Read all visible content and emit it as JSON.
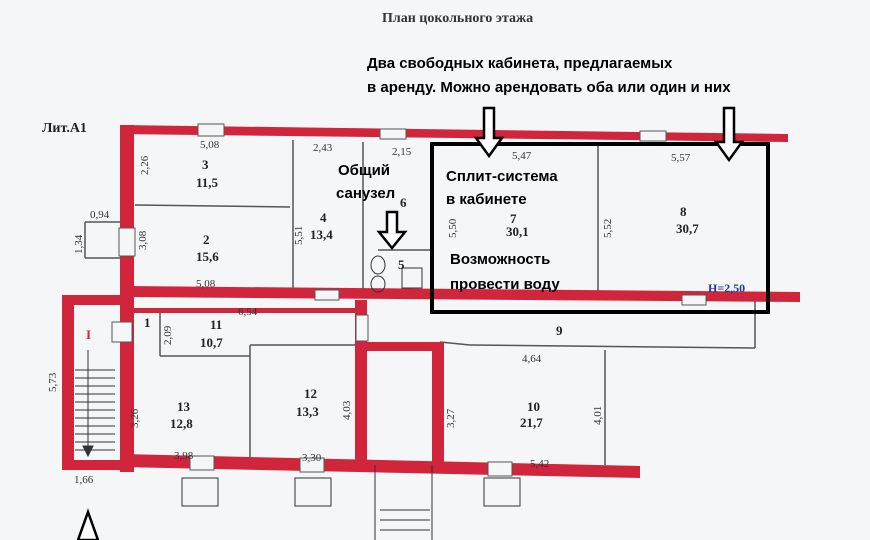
{
  "title": "План цокольного этажа",
  "lit_label": "Лит.А1",
  "annotations": {
    "top_line1": "Два свободных кабинета, предлагаемых",
    "top_line2": "в аренду. Можно арендовать оба или один и них",
    "toilet_line1": "Общий",
    "toilet_line2": "санузел",
    "split_line1": "Сплит-система",
    "split_line2": "в кабинете",
    "water_line1": "Возможность",
    "water_line2": "провести воду"
  },
  "height_label": "Н=2,50",
  "marker_I": "I",
  "rooms": [
    {
      "num": "3",
      "area": "11,5"
    },
    {
      "num": "2",
      "area": "15,6"
    },
    {
      "num": "4",
      "area": "13,4"
    },
    {
      "num": "5",
      "area": ""
    },
    {
      "num": "7",
      "area": "30,1"
    },
    {
      "num": "8",
      "area": "30,7"
    },
    {
      "num": "11",
      "area": "10,7"
    },
    {
      "num": "1",
      "area": ""
    },
    {
      "num": "13",
      "area": "12,8"
    },
    {
      "num": "12",
      "area": "13,3"
    },
    {
      "num": "10",
      "area": "21,7"
    },
    {
      "num": "9",
      "area": ""
    },
    {
      "num": "6",
      "area": ""
    }
  ],
  "dims": {
    "d508a": "5,08",
    "d226": "2,26",
    "d243": "2,43",
    "d215": "2,15",
    "d547": "5,47",
    "d557": "5,57",
    "d551": "5,51",
    "d308": "3,08",
    "d094": "0,94",
    "d134": "1,34",
    "d550": "5,50",
    "d552": "5,52",
    "d508b": "5,08",
    "d654": "6,54",
    "d209": "2,09",
    "d464": "4,64",
    "d573": "5,73",
    "d326": "3,26",
    "d403": "4,03",
    "d327": "3,27",
    "d401": "4,01",
    "d398": "3,98",
    "d330": "3,30",
    "d542": "5,42",
    "d166": "1,66"
  },
  "colors": {
    "wall": "#d0253a",
    "frame": "#000000",
    "background": "#f4f6f8",
    "thin_line": "#555555"
  }
}
